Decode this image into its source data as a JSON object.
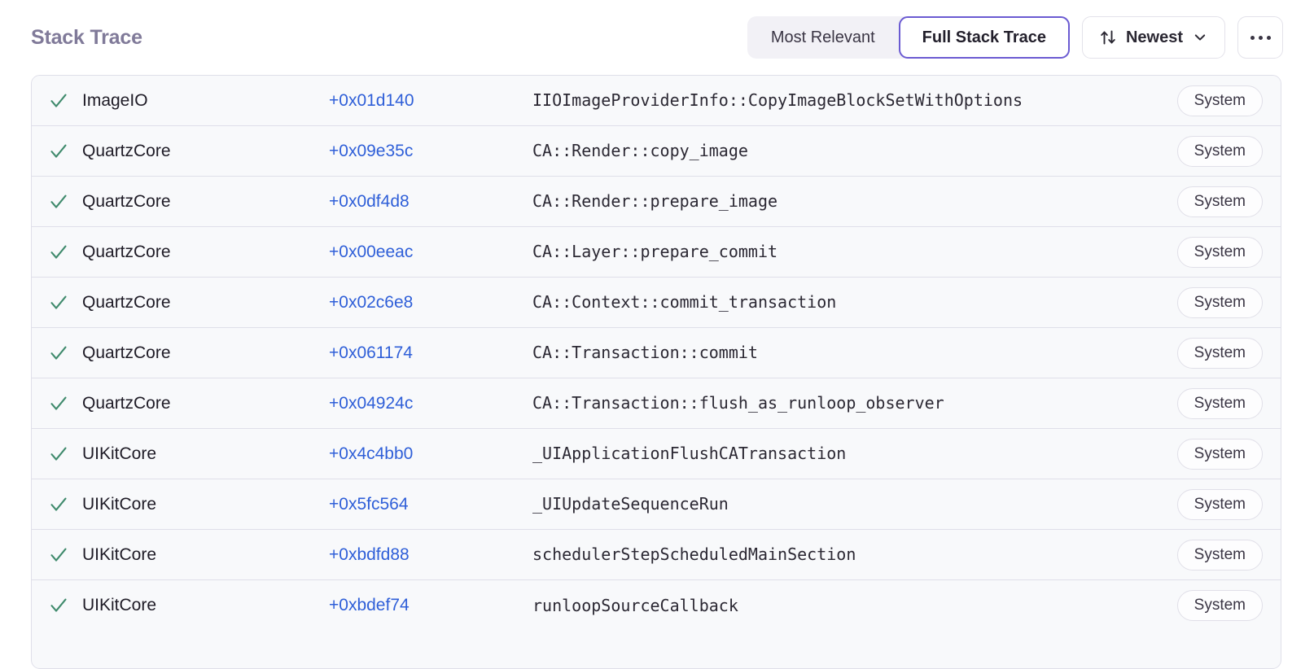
{
  "header": {
    "title": "Stack Trace",
    "segmented": {
      "options": [
        {
          "label": "Most Relevant",
          "selected": false
        },
        {
          "label": "Full Stack Trace",
          "selected": true
        }
      ]
    },
    "sort": {
      "label": "Newest",
      "icon": "sort-arrows-icon",
      "chevron": "chevron-down-icon"
    },
    "more": {
      "icon": "ellipsis-horizontal-icon"
    }
  },
  "colors": {
    "title": "#807a99",
    "accent_purple": "#6b5bd2",
    "offset_link": "#2f5fd8",
    "checkmark_green": "#3f8a6c",
    "row_bg": "#f8f9fb",
    "row_border": "#dfdfe9",
    "segment_bg": "#f2f1f6"
  },
  "table": {
    "rows": [
      {
        "checked": true,
        "library": "ImageIO",
        "offset": "+0x01d140",
        "symbol": "IIOImageProviderInfo::CopyImageBlockSetWithOptions",
        "badge": "System"
      },
      {
        "checked": true,
        "library": "QuartzCore",
        "offset": "+0x09e35c",
        "symbol": "CA::Render::copy_image",
        "badge": "System"
      },
      {
        "checked": true,
        "library": "QuartzCore",
        "offset": "+0x0df4d8",
        "symbol": "CA::Render::prepare_image",
        "badge": "System"
      },
      {
        "checked": true,
        "library": "QuartzCore",
        "offset": "+0x00eeac",
        "symbol": "CA::Layer::prepare_commit",
        "badge": "System"
      },
      {
        "checked": true,
        "library": "QuartzCore",
        "offset": "+0x02c6e8",
        "symbol": "CA::Context::commit_transaction",
        "badge": "System"
      },
      {
        "checked": true,
        "library": "QuartzCore",
        "offset": "+0x061174",
        "symbol": "CA::Transaction::commit",
        "badge": "System"
      },
      {
        "checked": true,
        "library": "QuartzCore",
        "offset": "+0x04924c",
        "symbol": "CA::Transaction::flush_as_runloop_observer",
        "badge": "System"
      },
      {
        "checked": true,
        "library": "UIKitCore",
        "offset": "+0x4c4bb0",
        "symbol": "_UIApplicationFlushCATransaction",
        "badge": "System"
      },
      {
        "checked": true,
        "library": "UIKitCore",
        "offset": "+0x5fc564",
        "symbol": "_UIUpdateSequenceRun",
        "badge": "System"
      },
      {
        "checked": true,
        "library": "UIKitCore",
        "offset": "+0xbdfd88",
        "symbol": "schedulerStepScheduledMainSection",
        "badge": "System"
      },
      {
        "checked": true,
        "library": "UIKitCore",
        "offset": "+0xbdef74",
        "symbol": "runloopSourceCallback",
        "badge": "System"
      }
    ]
  }
}
